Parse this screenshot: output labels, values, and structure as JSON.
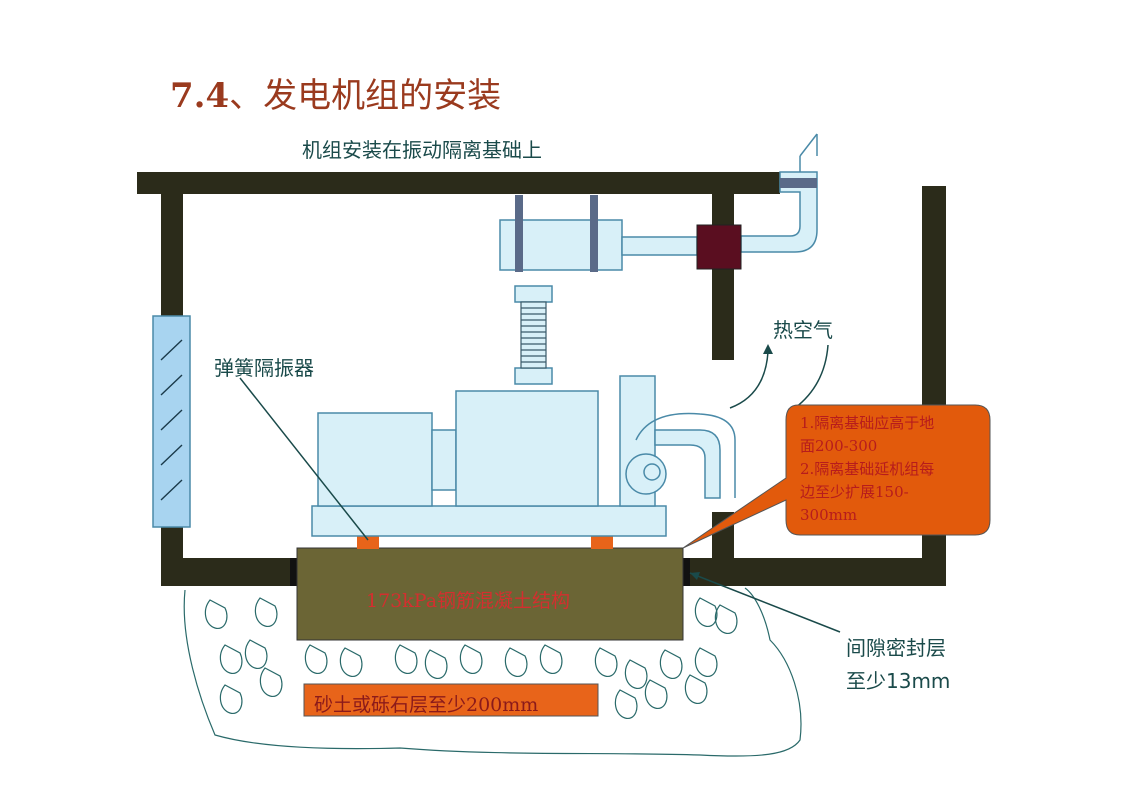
{
  "title": {
    "number": "7.4",
    "text": "、发电机组的安装"
  },
  "subtitle": "机组安装在振动隔离基础上",
  "labels": {
    "hot_air": "热空气",
    "spring_isolator": "弹簧隔振器",
    "concrete": "173kPa钢筋混凝土结构",
    "gravel": "砂土或砾石层至少200mm",
    "gap_seal_line1": "间隙密封层",
    "gap_seal_line2": "至少13mm"
  },
  "callout": {
    "line1": "1.隔离基础应高于地",
    "line2": "面200-300",
    "line3": "2.隔离基础延机组每",
    "line4": "边至少扩展150-",
    "line5": "300mm"
  },
  "colors": {
    "wall": "#2b2b1a",
    "concrete": "#6b6535",
    "machine_fill": "#d8f0f8",
    "machine_stroke": "#4a8aa8",
    "spring_pad": "#e8641a",
    "callout_fill": "#e25a0c",
    "title": "#9a3a1e",
    "teal_text": "#1a4a4a",
    "muffler": "#5a0e20",
    "window": "#a8d4f0"
  }
}
